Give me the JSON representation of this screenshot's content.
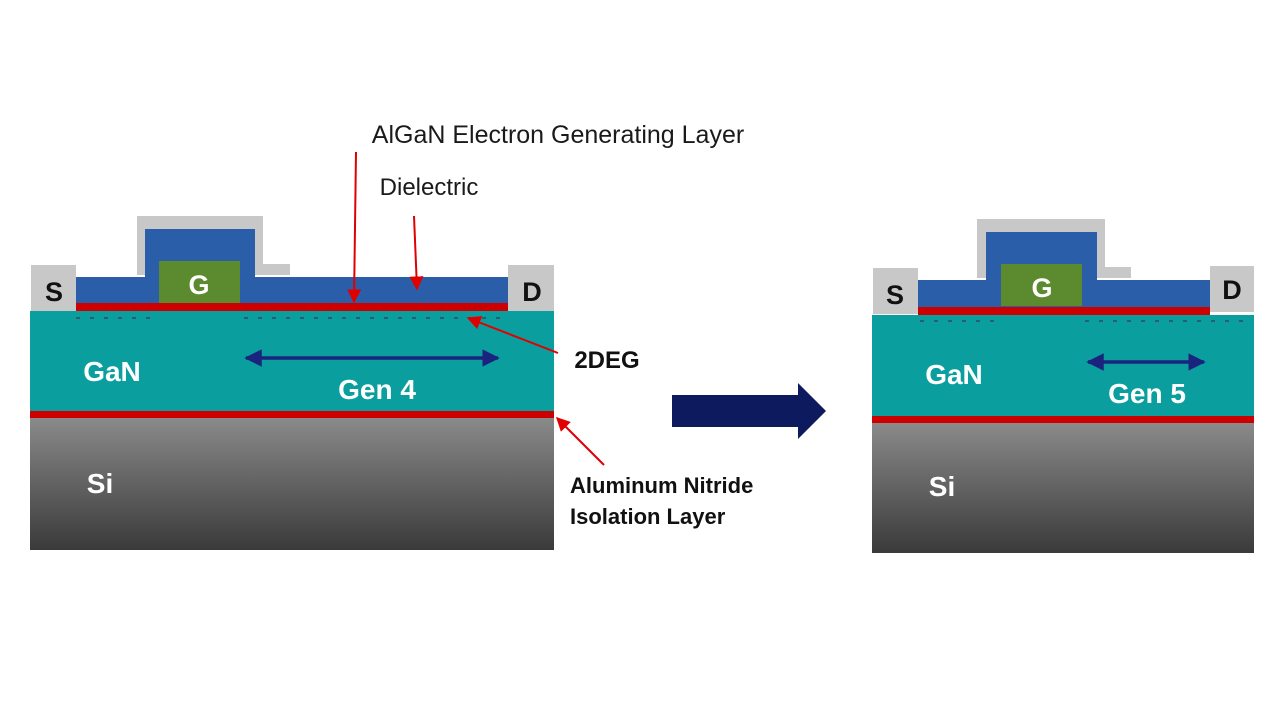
{
  "labels": {
    "algan": "AlGaN Electron Generating Layer",
    "dielectric": "Dielectric",
    "twodeg": "2DEG",
    "aln_line1": "Aluminum Nitride",
    "aln_line2": "Isolation Layer"
  },
  "left_device": {
    "source": "S",
    "gate": "G",
    "drain": "D",
    "gan": "GaN",
    "si": "Si",
    "gen": "Gen 4"
  },
  "right_device": {
    "source": "S",
    "gate": "G",
    "drain": "D",
    "gan": "GaN",
    "si": "Si",
    "gen": "Gen 5"
  },
  "colors": {
    "gan": "#0a9e9e",
    "dielectric": "#2a5ea8",
    "algan_layer": "#cc0000",
    "gate": "#5c8a2e",
    "contact": "#c8c8c8",
    "si_top": "#8a8a8a",
    "si_bottom": "#3a3a3a",
    "gen_arrow": "#1a237e",
    "transition_arrow": "#0d1b5e",
    "callout": "#e00000"
  }
}
